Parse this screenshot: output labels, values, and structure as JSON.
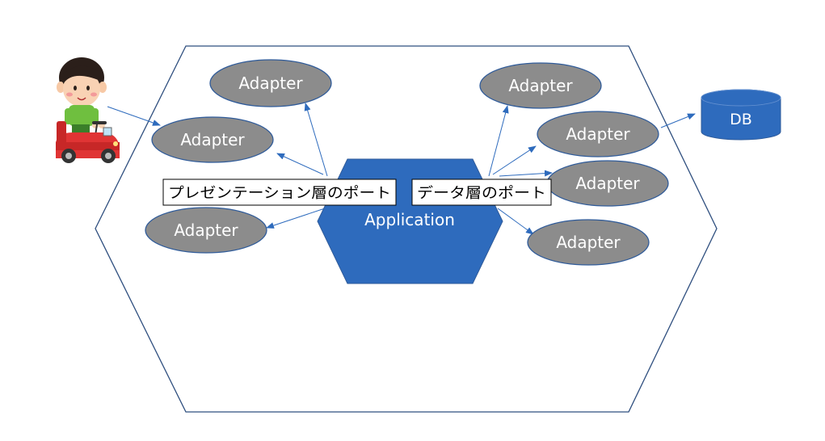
{
  "diagram": {
    "application_label": "Application",
    "presentation_port_label": "プレゼンテーション層のポート",
    "data_port_label": "データ層のポート",
    "db_label": "DB",
    "adapters": [
      {
        "id": "adapter-left-top",
        "label": "Adapter"
      },
      {
        "id": "adapter-left-middle",
        "label": "Adapter"
      },
      {
        "id": "adapter-left-bottom",
        "label": "Adapter"
      },
      {
        "id": "adapter-right-1",
        "label": "Adapter"
      },
      {
        "id": "adapter-right-2",
        "label": "Adapter"
      },
      {
        "id": "adapter-right-3",
        "label": "Adapter"
      },
      {
        "id": "adapter-right-4",
        "label": "Adapter"
      }
    ],
    "colors": {
      "hexagon_border": "#2f4f7f",
      "application_fill": "#2e6bbd",
      "adapter_fill": "#8c8c8c",
      "adapter_border": "#2f5b9a",
      "db_fill": "#2e6bbd",
      "arrow": "#2e6bbd",
      "text_light": "#ffffff"
    }
  }
}
